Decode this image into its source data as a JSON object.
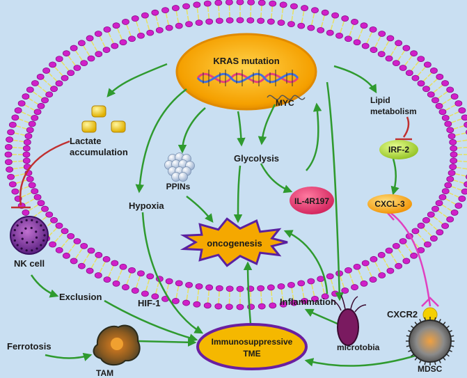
{
  "labels": {
    "kras": "KRAS mutation",
    "myc": "MYC",
    "lipid_line1": "Lipid",
    "lipid_line2": "metabolism",
    "irf2": "IRF-2",
    "cxcl3": "CXCL-3",
    "lactate_line1": "Lactate",
    "lactate_line2": "accumulation",
    "glycolysis": "Glycolysis",
    "ppins": "PPINs",
    "il4r": "IL-4R197",
    "hypoxia": "Hypoxia",
    "oncogenesis": "oncogenesis",
    "nk_cell": "NK cell",
    "exclusion": "Exclusion",
    "hif1": "HIF-1",
    "inflammation": "Inflammation",
    "cxcr2": "CXCR2",
    "microtobia": "microtobia",
    "ferrotosis": "Ferrotosis",
    "tam": "TAM",
    "tme_line1": "Immunosuppressive",
    "tme_line2": "TME",
    "mdsc": "MDSC"
  },
  "colors": {
    "background": "#c9dff2",
    "arrow": "#2f9a2f",
    "inhibit_red": "#c03030",
    "inhibit_magenta": "#e040c0",
    "membrane_head": "#d020c8",
    "membrane_tail": "#e8e060",
    "nucleus_fill": "#f5a800",
    "tme_fill": "#f5b800",
    "tme_border": "#6a1fa0",
    "il4r_fill": "#e03070",
    "irf2_fill": "#c0e040",
    "cxcl3_fill": "#f5b000"
  },
  "icons": {
    "dna": "dna-helix-icon",
    "nk": "nk-cell-icon",
    "tam": "macrophage-icon",
    "mdsc": "mdsc-cell-icon",
    "microbe": "microbe-icon",
    "ppins": "particle-cluster-icon",
    "lactate": "lactate-cubes-icon"
  }
}
